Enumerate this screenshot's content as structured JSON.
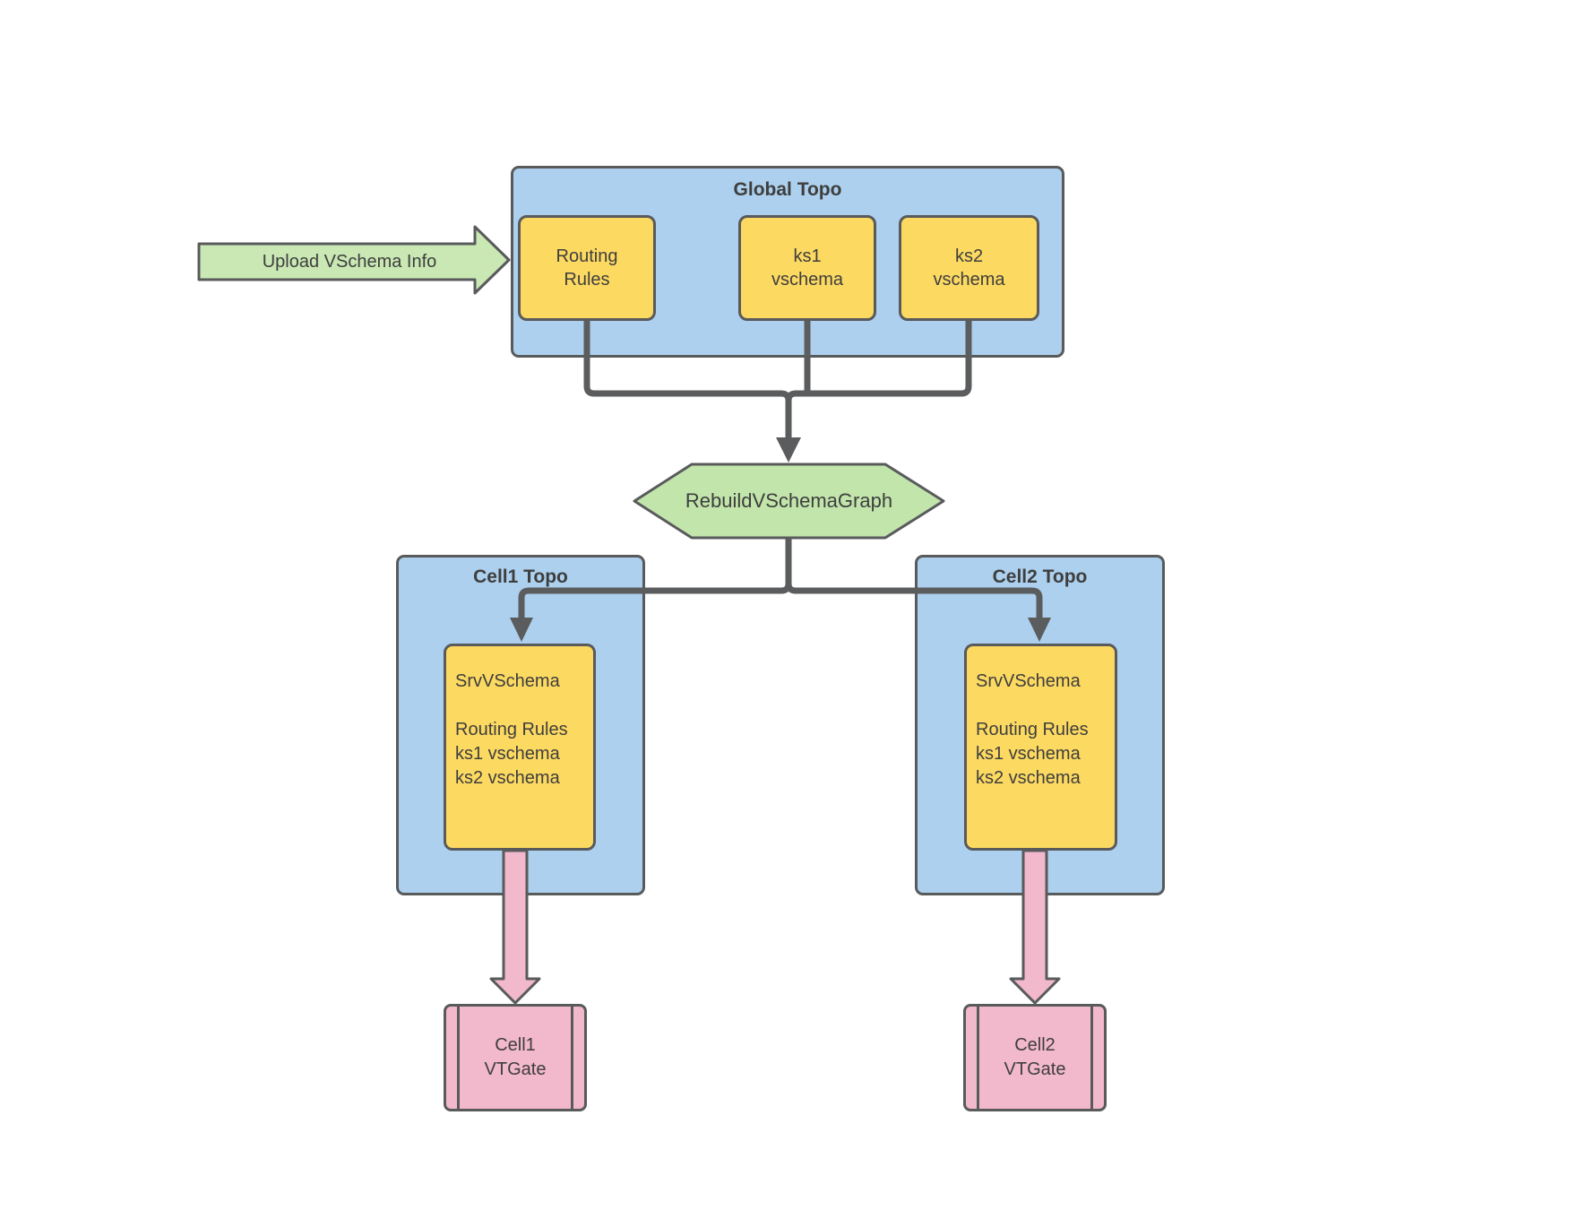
{
  "colors": {
    "container_blue": "#acd0ed",
    "node_yellow": "#fcd961",
    "upload_arrow_green": "#c9e8b4",
    "hexagon_green": "#c2e5ab",
    "vtgate_pink": "#f2b8cb",
    "shape_border_gray": "#595a5c",
    "connector_gray": "#5b5c5e",
    "text_gray": "#3e3e3e"
  },
  "upload_arrow": {
    "label": "Upload VSchema Info"
  },
  "global_topo": {
    "title": "Global Topo",
    "nodes": {
      "routing_rules": "Routing\nRules",
      "ks1": "ks1\nvschema",
      "ks2": "ks2\nvschema"
    }
  },
  "rebuild": {
    "label": "RebuildVSchemaGraph"
  },
  "cells": [
    {
      "title": "Cell1 Topo",
      "srv_vschema": "SrvVSchema\n\nRouting Rules\nks1 vschema\nks2 vschema",
      "vtgate": "Cell1\nVTGate"
    },
    {
      "title": "Cell2 Topo",
      "srv_vschema": "SrvVSchema\n\nRouting Rules\nks1 vschema\nks2 vschema",
      "vtgate": "Cell2\nVTGate"
    }
  ]
}
